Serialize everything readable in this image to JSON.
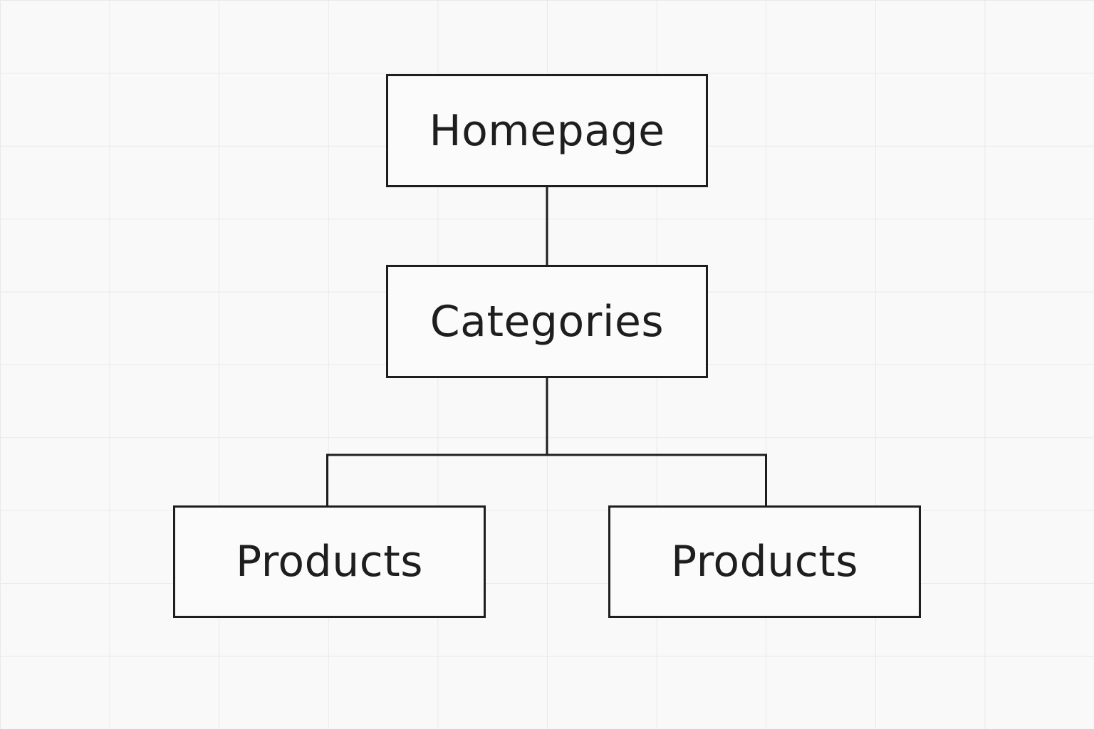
{
  "colors": {
    "background": "#f9f9f9",
    "grid": "#e9e9e9",
    "stroke": "#1e1e1e"
  },
  "nodes": {
    "homepage": "Homepage",
    "categories": "Categories",
    "products_left": "Products",
    "products_right": "Products"
  },
  "edges": [
    [
      "homepage",
      "categories"
    ],
    [
      "categories",
      "products_left"
    ],
    [
      "categories",
      "products_right"
    ]
  ]
}
